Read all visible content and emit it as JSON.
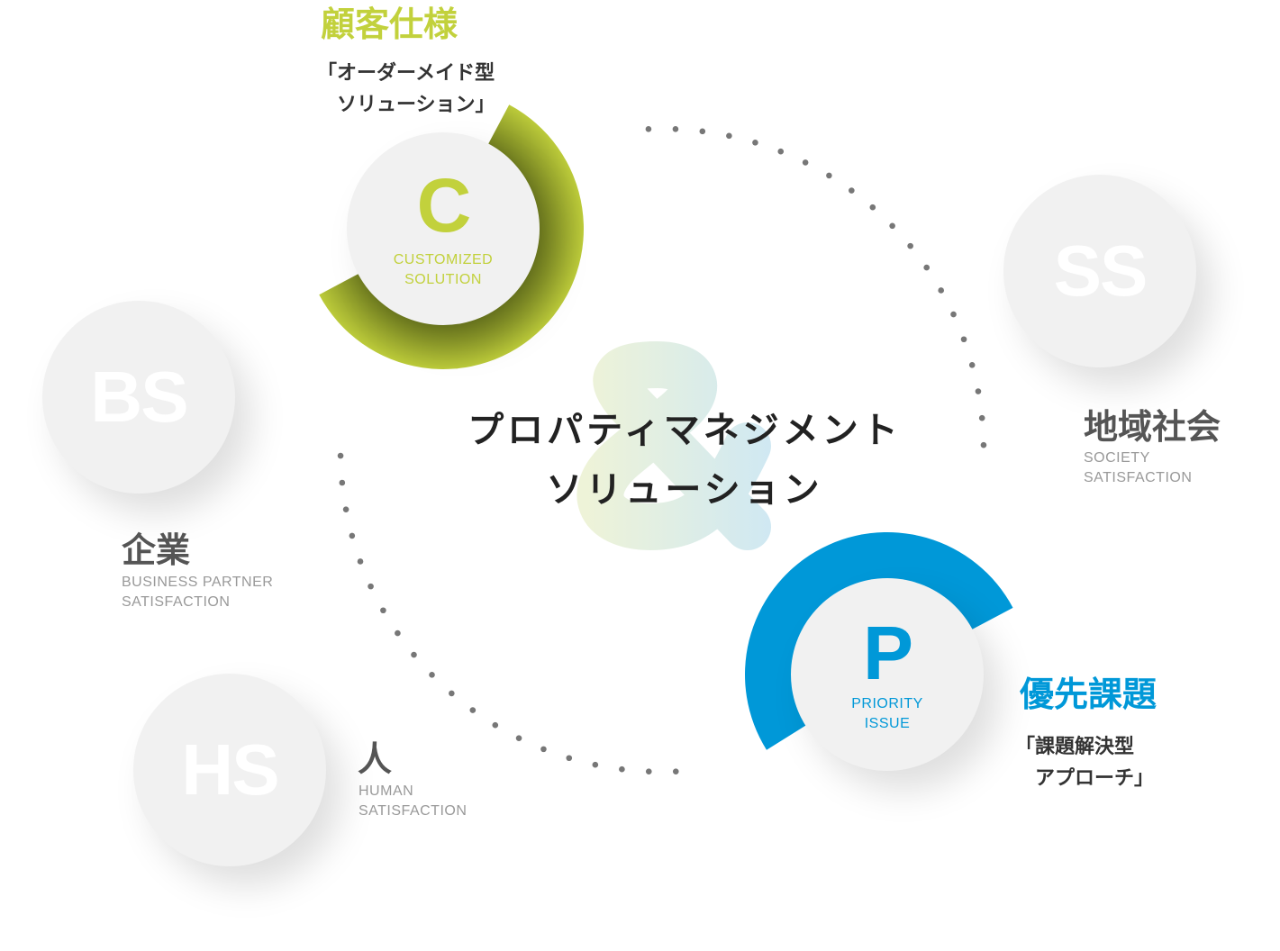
{
  "colors": {
    "green": "#c2d13c",
    "blue": "#0098d8",
    "gray_text": "#555555"
  },
  "center": {
    "title_line1": "プロパティマネジメント",
    "title_line2": "ソリューション",
    "ampersand": "&"
  },
  "customized": {
    "heading": "顧客仕様",
    "quote": "「オーダーメイド型\n　ソリューション」",
    "letter": "C",
    "en_line1": "CUSTOMIZED",
    "en_line2": "SOLUTION"
  },
  "priority": {
    "heading": "優先課題",
    "quote": "「課題解決型\n　アプローチ」",
    "letter": "P",
    "en_line1": "PRIORITY",
    "en_line2": "ISSUE"
  },
  "society": {
    "letter": "SS",
    "heading": "地域社会",
    "en_line1": "SOCIETY",
    "en_line2": "SATISFACTION"
  },
  "business": {
    "letter": "BS",
    "heading": "企業",
    "en_line1": "BUSINESS PARTNER",
    "en_line2": "SATISFACTION"
  },
  "human": {
    "letter": "HS",
    "heading": "人",
    "en_line1": "HUMAN",
    "en_line2": "SATISFACTION"
  }
}
